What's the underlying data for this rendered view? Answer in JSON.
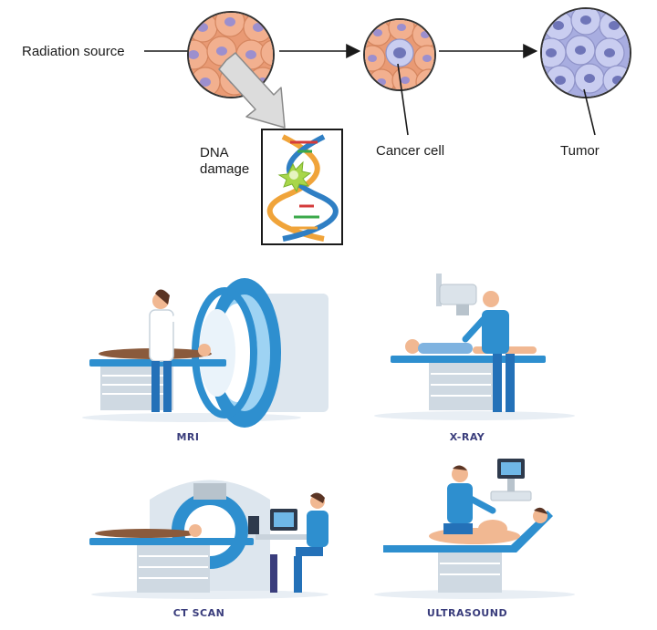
{
  "top_diagram": {
    "radiation_label": "Radiation source",
    "dna_label_line1": "DNA",
    "dna_label_line2": "damage",
    "cancer_cell_label": "Cancer cell",
    "tumor_label": "Tumor"
  },
  "imaging": {
    "mri_label": "MRI",
    "xray_label": "X-RAY",
    "ct_label": "CT SCAN",
    "ultrasound_label": "ULTRASOUND"
  },
  "colors": {
    "normal_cell": "#f2b08f",
    "normal_nucleus": "#9c8fce",
    "tumor_cell": "#c9cdf0",
    "machine_blue": "#2e8fcf",
    "scrubs": "#2471b8",
    "caption": "#3a3d7c"
  }
}
